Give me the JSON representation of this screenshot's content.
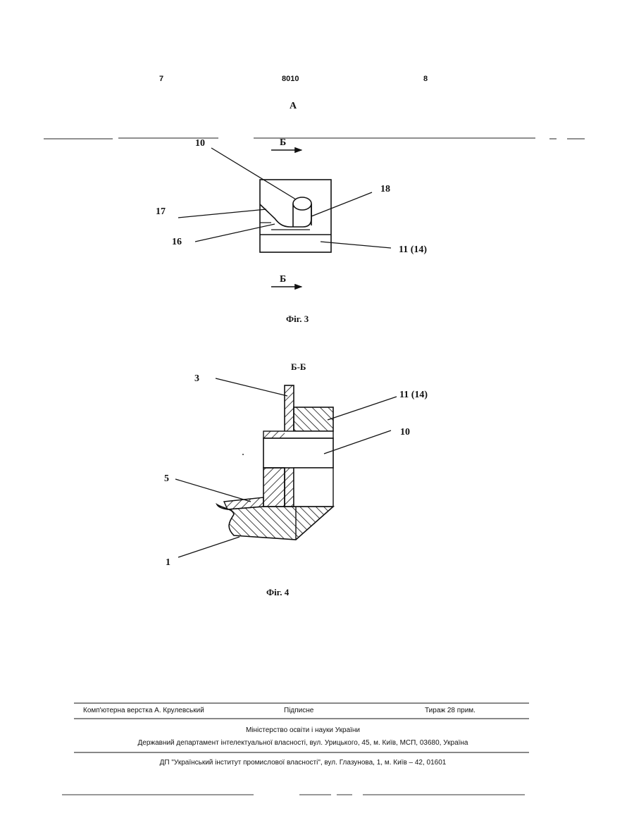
{
  "header": {
    "page_left": "7",
    "patent_number": "8010",
    "page_right": "8"
  },
  "figure3": {
    "view_label": "А",
    "section_mark_top": "Б",
    "section_mark_bottom": "Б",
    "labels": {
      "l10": "10",
      "l17": "17",
      "l16": "16",
      "l18": "18",
      "l11": "11 (14)"
    },
    "caption": "Фіг. 3"
  },
  "figure4": {
    "section_label": "Б-Б",
    "labels": {
      "l3": "3",
      "l11": "11 (14)",
      "l10": "10",
      "l5": "5",
      "l1": "1"
    },
    "caption": "Фіг. 4"
  },
  "footer": {
    "layout": "Комп'ютерна верстка А. Крулевський",
    "subscription": "Підписне",
    "circulation": "Тираж 28 прим.",
    "ministry": "Міністерство освіти і науки України",
    "department": "Державний департамент інтелектуальної власності, вул. Урицького, 45, м. Київ, МСП, 03680, Україна",
    "institute": "ДП \"Український інститут промислової власності\", вул. Глазунова, 1, м. Київ – 42, 01601"
  }
}
